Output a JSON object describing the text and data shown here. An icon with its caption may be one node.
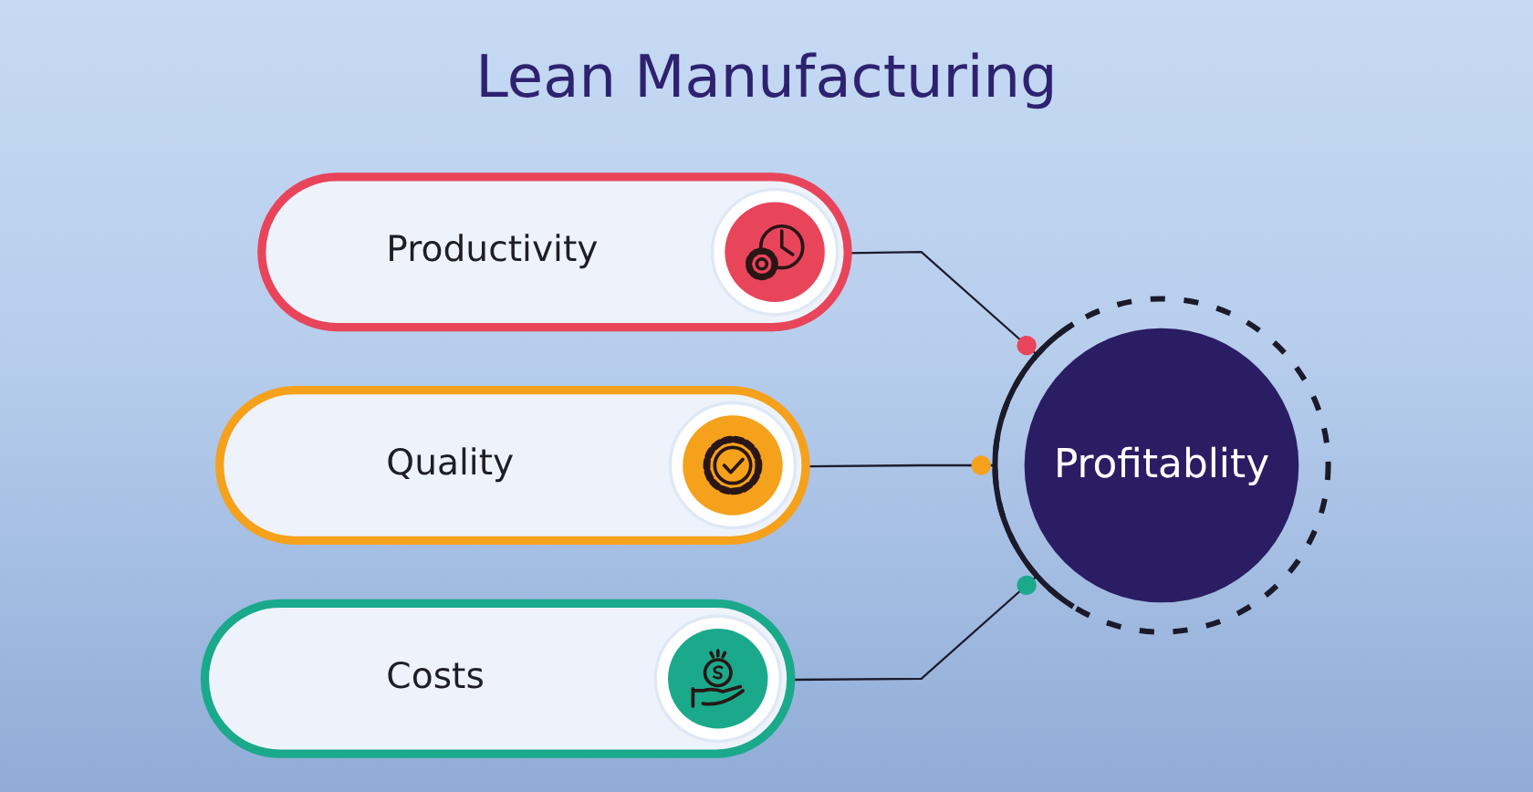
{
  "diagram": {
    "title": "Lean Manufacturing",
    "nodes": [
      {
        "text": [
          "Productivity"
        ]
      },
      {
        "text": [
          "Quality"
        ]
      },
      {
        "text": [
          "Costs"
        ]
      },
      {
        "text": [
          "Profitablity"
        ]
      }
    ],
    "edges": [
      {
        "from": 0,
        "to": 3,
        "arrow": "other"
      },
      {
        "from": 1,
        "to": 3,
        "arrow": "other"
      },
      {
        "from": 2,
        "to": 3,
        "arrow": "other"
      }
    ]
  }
}
